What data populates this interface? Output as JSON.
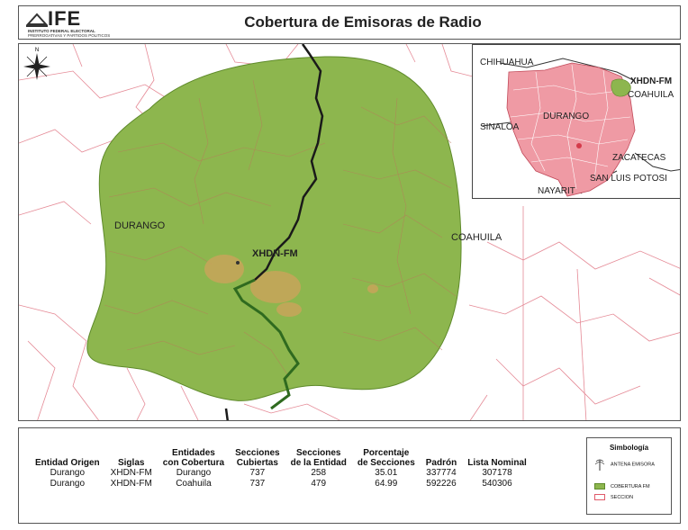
{
  "header": {
    "logo_text": "IFE",
    "logo_sub1": "INSTITUTO FEDERAL ELECTORAL",
    "logo_sub2": "PRERROGATIVAS Y PARTIDOS POLITICOS",
    "title": "Cobertura de Emisoras de Radio"
  },
  "map": {
    "labels": {
      "durango": "DURANGO",
      "coahuila": "COAHUILA",
      "station": "XHDN-FM"
    },
    "colors": {
      "coverage_fill": "#8db64e",
      "coverage_stroke": "#5e8a2a",
      "section_line": "#e58a96",
      "state_border": "#1a1a1a",
      "river": "#2f6a1f",
      "urban": "#c8a55a"
    },
    "inset": {
      "labels": {
        "chihuahua": "CHIHUAHUA",
        "station": "XHDN-FM",
        "coahuila": "COAHUILA",
        "sinaloa": "SINALOA",
        "durango": "DURANGO",
        "zacatecas": "ZACATECAS",
        "nayarit": "NAYARIT",
        "san_luis_potosi": "SAN LUIS POTOSI"
      },
      "colors": {
        "state_fill": "#ef9aa4",
        "muni_line": "#ffffff"
      }
    },
    "north_arrow": "N"
  },
  "table": {
    "headers": [
      [
        "Entidad Origen"
      ],
      [
        "Siglas"
      ],
      [
        "Entidades",
        "con Cobertura"
      ],
      [
        "Secciones",
        "Cubiertas"
      ],
      [
        "Secciones",
        "de la Entidad"
      ],
      [
        "Porcentaje",
        "de Secciones"
      ],
      [
        "Padrón"
      ],
      [
        "Lista Nominal"
      ]
    ],
    "rows": [
      [
        "Durango",
        "XHDN-FM",
        "Durango",
        "737",
        "258",
        "35.01",
        "337774",
        "307178"
      ],
      [
        "Durango",
        "XHDN-FM",
        "Coahuila",
        "737",
        "479",
        "64.99",
        "592226",
        "540306"
      ]
    ]
  },
  "legend": {
    "title": "Simbología",
    "items": [
      {
        "label": "ANTENA EMISORA",
        "icon": "antenna-icon"
      },
      {
        "label": "COBERTURA FM",
        "color": "#8db64e"
      },
      {
        "label": "SECCION",
        "color": "#e05a6a"
      }
    ]
  }
}
